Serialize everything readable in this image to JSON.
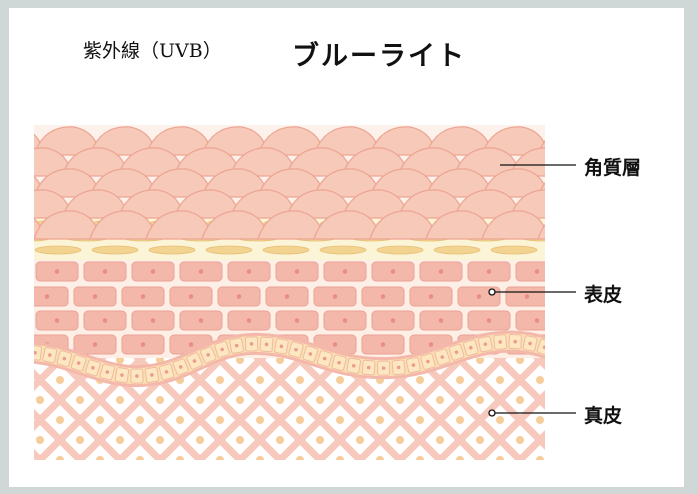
{
  "title": {
    "uv": "紫外線（UVB）",
    "bluelight": "ブルーライト"
  },
  "labels": {
    "stratum_corneum": "角質層",
    "epidermis": "表皮",
    "dermis": "真皮"
  },
  "colors": {
    "frame": "#cfd8d7",
    "scale": "#f6c9b8",
    "scale_edge": "#eea594",
    "granular_bg": "#fbf4d6",
    "granular": "#f2d38f",
    "cell": "#f4b8ab",
    "cell_bg": "#fdeee6",
    "basal": "#fbe0b0",
    "dermis_line": "#f7c9bd",
    "dot": "#f5cd9a"
  }
}
